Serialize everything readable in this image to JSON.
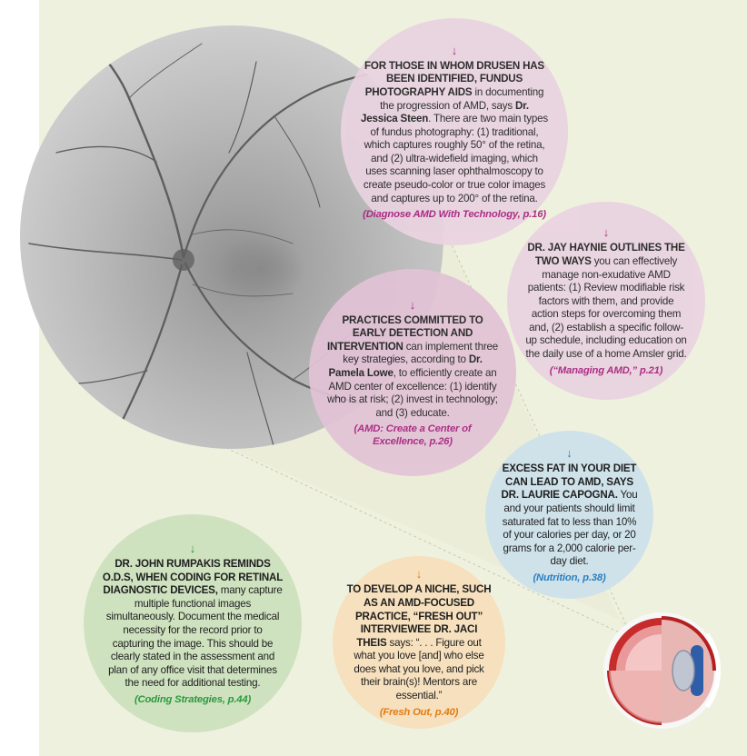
{
  "bubbles": {
    "drusen": {
      "lead": "FOR THOSE IN WHOM DRUSEN HAS BEEN IDENTIFIED, FUNDUS PHOTOGRAPHY AIDS",
      "body_1": " in documenting the progression of AMD, says ",
      "name": "Dr. Jessica Steen",
      "body_2": ". There are two main types of fundus photography: (1) traditional, which captures roughly 50° of the retina, and (2) ultra-widefield imaging, which uses scanning laser ophthalmoscopy to create pseudo-color or true color images and captures up to 200° of the retina.",
      "ref": "(Diagnose AMD With Technology, p.16)",
      "color": "#e9d3e0"
    },
    "haynie": {
      "lead": "DR. JAY HAYNIE OUTLINES THE TWO WAYS",
      "body": " you can effectively manage non-exudative AMD patients: (1) Review modifiable risk factors with them, and provide action steps for overcoming them and, (2) establish a specific follow-up schedule, including education on the daily use of a home Amsler grid.",
      "ref": "(“Managing AMD,” p.21)",
      "color": "#e9d3e0"
    },
    "practices": {
      "lead": "PRACTICES COMMITTED TO EARLY DETECTION AND INTERVENTION",
      "body_1": " can implement three key strategies, according to ",
      "name": "Dr. Pamela Lowe",
      "body_2": ", to efficiently create an AMD center of excellence: (1) identify who is at risk; (2) invest in technology; and (3) educate.",
      "ref": "(AMD: Create a Center of Excellence, p.26)",
      "color": "#e2c3d6"
    },
    "diet": {
      "lead": "EXCESS FAT IN YOUR DIET CAN LEAD TO AMD, SAYS DR. LAURIE CAPOGNA.",
      "body": " You and your patients should limit saturated fat to less than 10% of your calories per day, or 20 grams for a 2,000 calorie per-day diet.",
      "ref": "(Nutrition, p.38)",
      "color": "#cfe2ea"
    },
    "coding": {
      "lead": "DR. JOHN RUMPAKIS REMINDS O.D.S, WHEN CODING FOR RETINAL DIAGNOSTIC DEVICES,",
      "body": " many capture multiple functional images simultaneously. Document the medical necessity for the record prior to capturing the image. This should be clearly stated in the assessment and plan of any office visit that determines the need for additional testing.",
      "ref": "(Coding Strategies, p.44)",
      "color": "#cfe2bf"
    },
    "niche": {
      "lead": "TO DEVELOP A NICHE, SUCH AS AN AMD-FOCUSED PRACTICE, “FRESH OUT” INTERVIEWEE DR. JACI THEIS",
      "body": " says: “. . . Figure out what you love [and] who else does what you love, and pick their brain(s)! Mentors are essential.”",
      "ref": "(Fresh Out, p.40)",
      "color": "#f6e0bd"
    }
  },
  "arrow_glyph": "↓"
}
